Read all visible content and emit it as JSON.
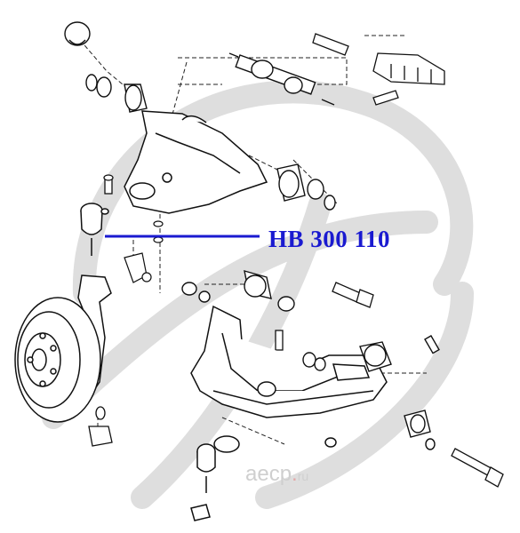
{
  "part_number": "HB 300 110",
  "watermark": {
    "word": "aecp",
    "dot": ".",
    "tld": "ru"
  },
  "colors": {
    "accent": "#1a1ad0",
    "line": "#111111",
    "watermark": "#d9d9d9"
  }
}
